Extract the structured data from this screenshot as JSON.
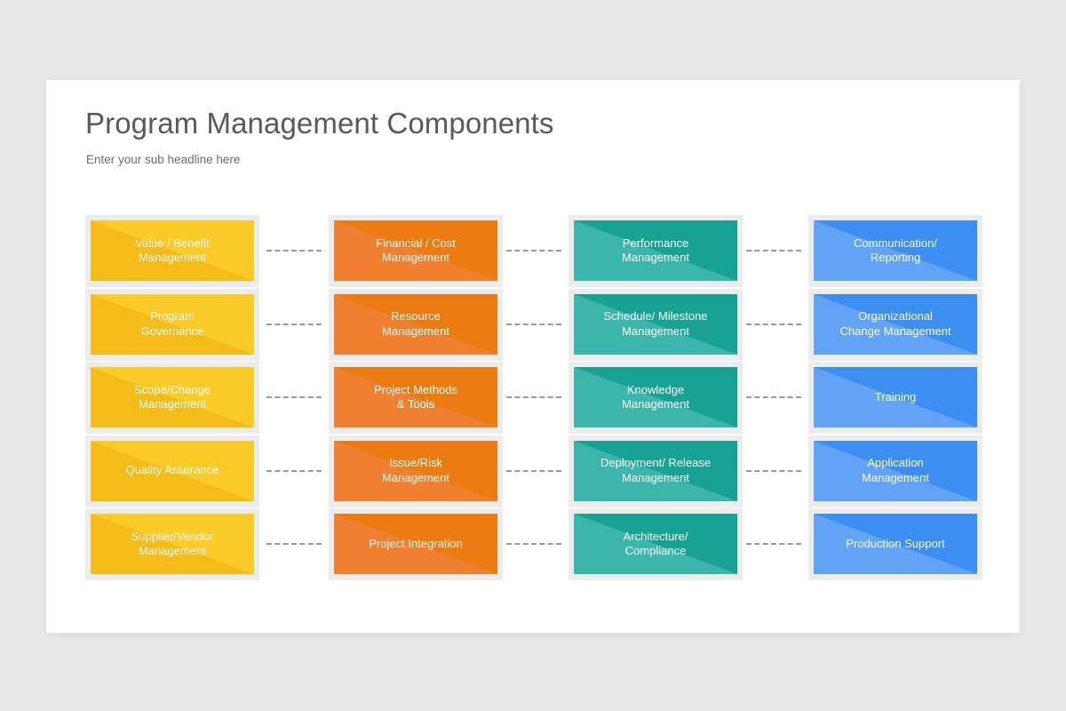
{
  "slide": {
    "title": "Program Management Components",
    "subtitle": "Enter your sub headline here",
    "background_color": "#ffffff",
    "page_background_color": "#e9e8e9"
  },
  "diagram": {
    "type": "matrix-flow",
    "columns": 4,
    "rows": 5,
    "connector_style": "dashed",
    "connector_color": "#9a9a9a",
    "column_colors": [
      "#f5bc19",
      "#f08030",
      "#3cb6aa",
      "#63a3f5"
    ],
    "column_accent_colors": [
      "#fdcb28",
      "#ec7b12",
      "#18a293",
      "#3d8ef2"
    ],
    "rows_data": [
      {
        "cells": [
          "Value / Benefit\nManagement",
          "Financial / Cost\nManagement",
          "Performance\nManagement",
          "Communication/\nReporting"
        ]
      },
      {
        "cells": [
          "Program\nGovernance",
          "Resource\nManagement",
          "Schedule/ Milestone\nManagement",
          "Organizational\nChange Management"
        ]
      },
      {
        "cells": [
          "Scope/Change\nManagement",
          "Project Methods\n& Tools",
          "Knowledge\nManagement",
          "Training"
        ]
      },
      {
        "cells": [
          "Quality Assurance",
          "Issue/Risk\nManagement",
          "Deployment/ Release\nManagement",
          "Application\nManagement"
        ]
      },
      {
        "cells": [
          "Supplier/Vendor\nManagement",
          "Project Integration",
          "Architecture/\nCompliance",
          "Production Support"
        ]
      }
    ]
  }
}
